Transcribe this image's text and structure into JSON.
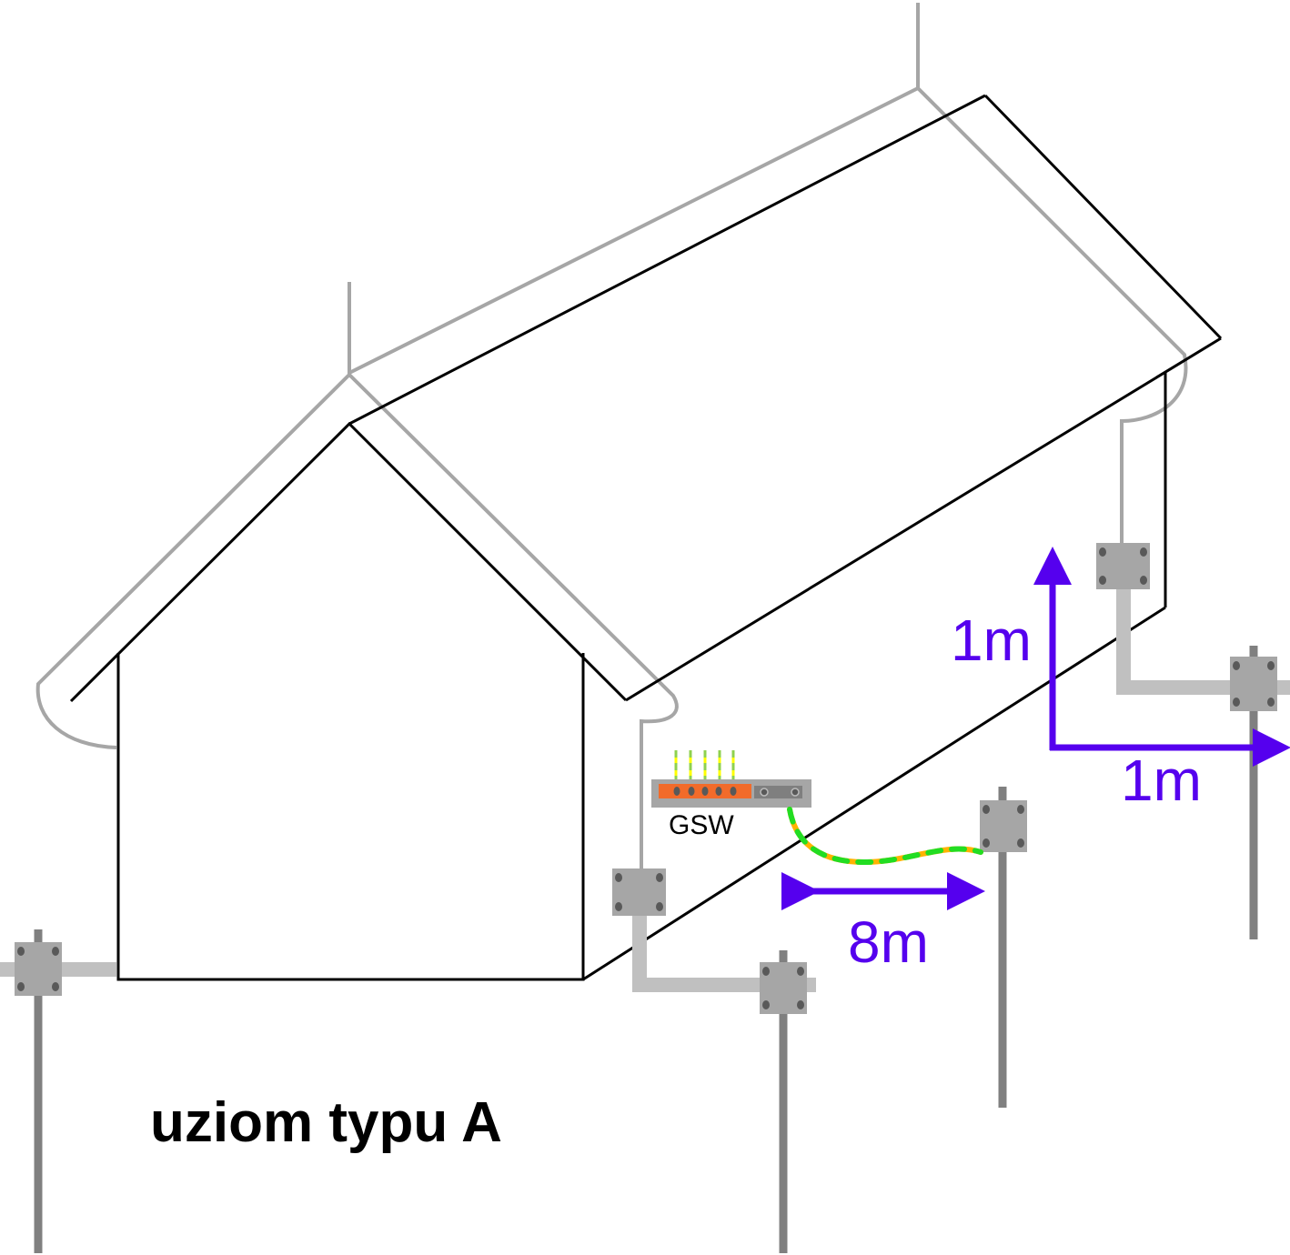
{
  "diagram": {
    "title": "uziom typu A",
    "gsw_label": "GSW",
    "dimensions": {
      "horizontal_distance": "8m",
      "vertical_depth": "1m",
      "horizontal_offset": "1m"
    },
    "colors": {
      "outline": "#000000",
      "conductor": "#a6a6a6",
      "connector": "#a6a6a6",
      "rod": "#808080",
      "arrow": "#5500ee",
      "busbar": "#f26b2a",
      "cable_green": "#22dd22",
      "cable_orange": "#ffb300"
    }
  }
}
